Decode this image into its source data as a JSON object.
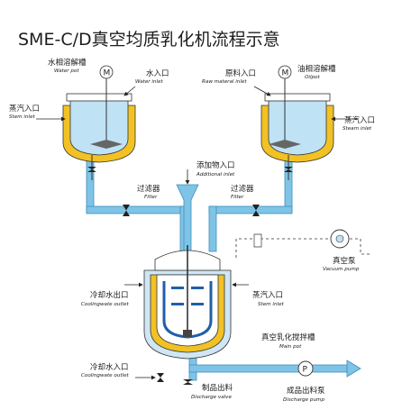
{
  "title": "SME-C/D真空均质乳化机流程示意",
  "labels": {
    "water_pot_zh": "水相溶解槽",
    "water_pot_en": "Water pot",
    "water_inlet_zh": "水入口",
    "water_inlet_en": "Water inlet",
    "raw_inlet_zh": "原料入口",
    "raw_inlet_en": "Raw materal inlet",
    "oil_pot_zh": "油相溶解槽",
    "oil_pot_en": "Oilpot",
    "steam_left_zh": "蒸汽入口",
    "steam_left_en": "Stem inlet",
    "steam_right_zh": "蒸汽入口",
    "steam_right_en": "Steam inlet",
    "additional_zh": "添加物入口",
    "additional_en": "Additional inlet",
    "filter_left_zh": "过滤器",
    "filter_left_en": "Filter",
    "filter_right_zh": "过滤器",
    "filter_right_en": "Filter",
    "vacuum_pump_zh": "真空泵",
    "vacuum_pump_en": "Vacuum pump",
    "cooling_outlet_zh": "冷却水出口",
    "cooling_outlet_en": "Coolingwate outlet",
    "steam_main_zh": "蒸汽入口",
    "steam_main_en": "Stem inlet",
    "main_pot_zh": "真空乳化搅拌槽",
    "main_pot_en": "Main pot",
    "cooling_inlet_zh": "冷却水入口",
    "cooling_inlet_en": "Coolingwate outlet",
    "discharge_valve_zh": "制品出料",
    "discharge_valve_en": "Discharge valve",
    "discharge_pump_zh": "成品出料泵",
    "discharge_pump_en": "Discharge pump",
    "motor": "M",
    "pump": "P"
  },
  "colors": {
    "pipe": "#7fc4e6",
    "pipe_edge": "#3f8fbd",
    "jacket": "#f2c224",
    "tank_fill": "#ffffff",
    "liquid": "#bfe2f5",
    "main_inner": "#1f5fa8",
    "main_outer": "#cfe6f4"
  }
}
